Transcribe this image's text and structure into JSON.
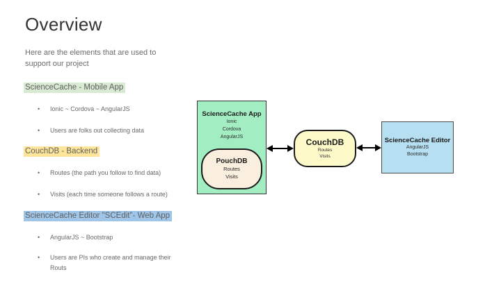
{
  "slide": {
    "title": "Overview",
    "intro": "Here are the elements that are used to support our project",
    "sections": [
      {
        "heading": "ScienceCache - Mobile App",
        "highlight_color": "#d9ead3",
        "bullets": [
          "Ionic ~ Cordova ~ AngularJS",
          "Users are folks out collecting data"
        ]
      },
      {
        "heading": "CouchDB - Backend",
        "highlight_color": "#ffe599",
        "bullets": [
          "Routes (the path you follow to find data)",
          "Visits (each time someone follows a route)"
        ]
      },
      {
        "heading": "ScienceCache Editor \"SCEdit\"- Web App",
        "highlight_color": "#9fc5e8",
        "bullets": [
          "AngularJS ~ Bootstrap",
          "Users are PIs who create and manage their Routs"
        ]
      }
    ]
  },
  "diagram": {
    "app_box": {
      "title": "ScienceCache App",
      "stack": [
        "Ionic",
        "Cordova",
        "AngularJS"
      ],
      "fill": "#a2eec2"
    },
    "pouch_db": {
      "title": "PouchDB",
      "stack": [
        "Routes",
        "Visits"
      ],
      "fill": "#faeede"
    },
    "couch_db": {
      "title": "CouchDB",
      "stack": [
        "Routes",
        "Visits"
      ],
      "fill": "#fdf9c9"
    },
    "editor_box": {
      "title": "ScienceCache Editor",
      "stack": [
        "AngularJS",
        "Bootstrap"
      ],
      "fill": "#b6dff1"
    }
  }
}
